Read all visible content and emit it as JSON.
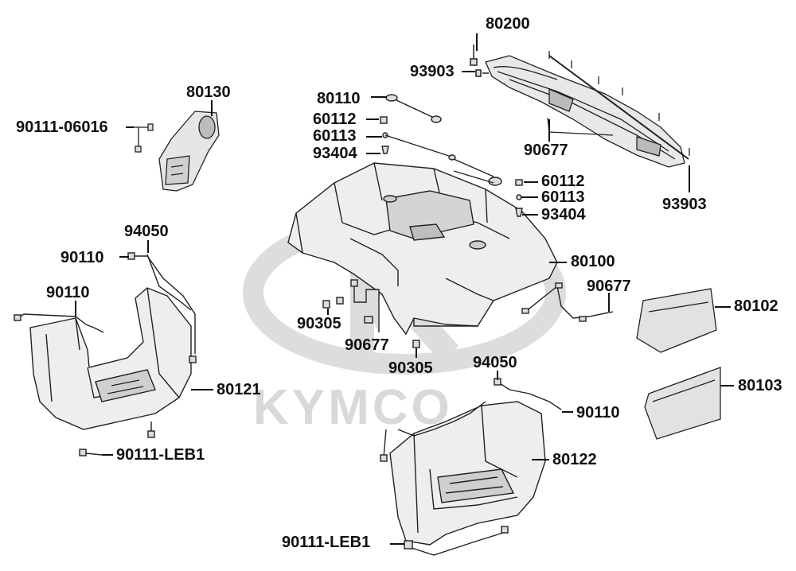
{
  "watermark": {
    "text": "KYMCO"
  },
  "labels": {
    "p80200": "80200",
    "p93903_top": "93903",
    "p80130": "80130",
    "p80110": "80110",
    "p60112_left": "60112",
    "p60113_left": "60113",
    "p93404_left": "93404",
    "p90677_top": "90677",
    "p90111_06016": "90111-06016",
    "p60112_right": "60112",
    "p60113_right": "60113",
    "p93404_right": "93404",
    "p93903_right": "93903",
    "p94050_left": "94050",
    "p90110_left_upper": "90110",
    "p80100": "80100",
    "p90677_mid": "90677",
    "p90110_left_lower": "90110",
    "p80102": "80102",
    "p90305_left": "90305",
    "p90677_bottom": "90677",
    "p90305_bottom": "90305",
    "p80121": "80121",
    "p94050_right": "94050",
    "p80103": "80103",
    "p90110_right": "90110",
    "p90111_leb1_left": "90111-LEB1",
    "p80122": "80122",
    "p90111_leb1_bottom": "90111-LEB1"
  }
}
